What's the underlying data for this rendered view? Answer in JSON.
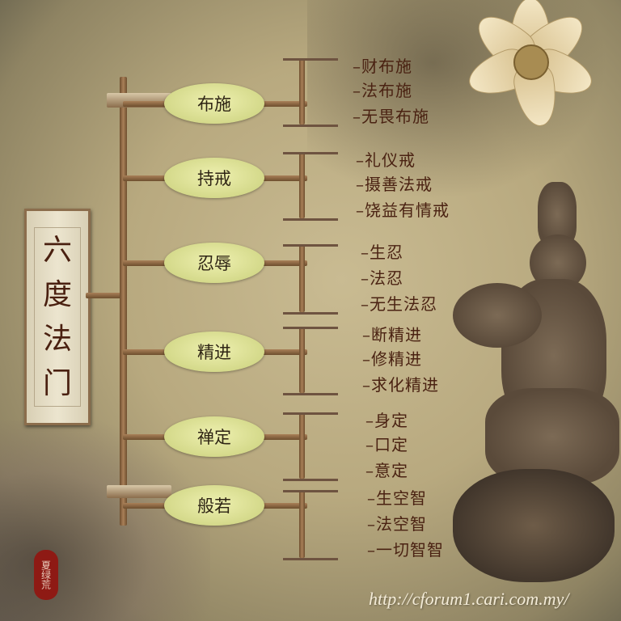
{
  "title": [
    "六",
    "度",
    "法",
    "门"
  ],
  "branches": [
    {
      "label": "布施",
      "items": [
        "–财布施",
        "–法布施",
        "–无畏布施"
      ]
    },
    {
      "label": "持戒",
      "items": [
        "–礼仪戒",
        "–摄善法戒",
        "–饶益有情戒"
      ]
    },
    {
      "label": "忍辱",
      "items": [
        "–生忍",
        "–法忍",
        "–无生法忍"
      ]
    },
    {
      "label": "精进",
      "items": [
        "–断精进",
        "–修精进",
        "–求化精进"
      ]
    },
    {
      "label": "禅定",
      "items": [
        "–身定",
        "–口定",
        "–意定"
      ]
    },
    {
      "label": "般若",
      "items": [
        "–生空智",
        "–法空智",
        "–一切智智"
      ]
    }
  ],
  "seal_text": "夏绿荒",
  "watermark_url": "http://cforum1.cari.com.my/"
}
